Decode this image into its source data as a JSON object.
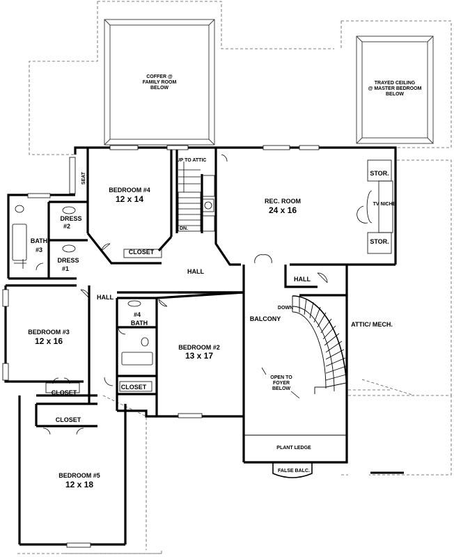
{
  "rooms": {
    "coffer": {
      "line1": "COFFER @",
      "line2": "FAMILY ROOM",
      "line3": "BELOW"
    },
    "trayed": {
      "line1": "TRAYED CEILING",
      "line2": "@ MASTER BEDROOM",
      "line3": "BELOW"
    },
    "bedroom4": {
      "name": "BEDROOM #4",
      "size": "12 x 14"
    },
    "rec_room": {
      "name": "REC. ROOM",
      "size": "24 x 16"
    },
    "bedroom3": {
      "name": "BEDROOM #3",
      "size": "12 x 16"
    },
    "bedroom2": {
      "name": "BEDROOM #2",
      "size": "13 x 17"
    },
    "bedroom5": {
      "name": "BEDROOM #5",
      "size": "12 x 18"
    },
    "bath3": {
      "name": "BATH",
      "num": "#3"
    },
    "bath4": {
      "num": "#4",
      "name": "BATH"
    },
    "dress2": {
      "name": "DRESS",
      "num": "#2"
    },
    "dress1": {
      "name": "DRESS",
      "num": "#1"
    }
  },
  "labels": {
    "seat": "SEAT",
    "up_to_attic": "UP TO ATTIC",
    "dn": "DN.",
    "stor_top": "STOR.",
    "stor_bottom": "STOR.",
    "tv_niche": "TV NICHE",
    "closet_b4": "CLOSET",
    "hall_center": "HALL",
    "hall_left": "HALL",
    "hall_right": "HALL",
    "down": "DOWN",
    "balcony": "BALCONY",
    "attic_mech": "ATTIC/ MECH.",
    "open_to_foyer": {
      "line1": "OPEN TO",
      "line2": "FOYER",
      "line3": "BELOW"
    },
    "closet_b2": "CLOSET",
    "closet_b3": "CLOSET",
    "closet_b5": "CLOSET",
    "plant_ledge": "PLANT LEDGE",
    "false_balc": "FALSE BALC."
  },
  "colors": {
    "wall": "#000000",
    "paper": "#ffffff",
    "dash": "#666666"
  }
}
